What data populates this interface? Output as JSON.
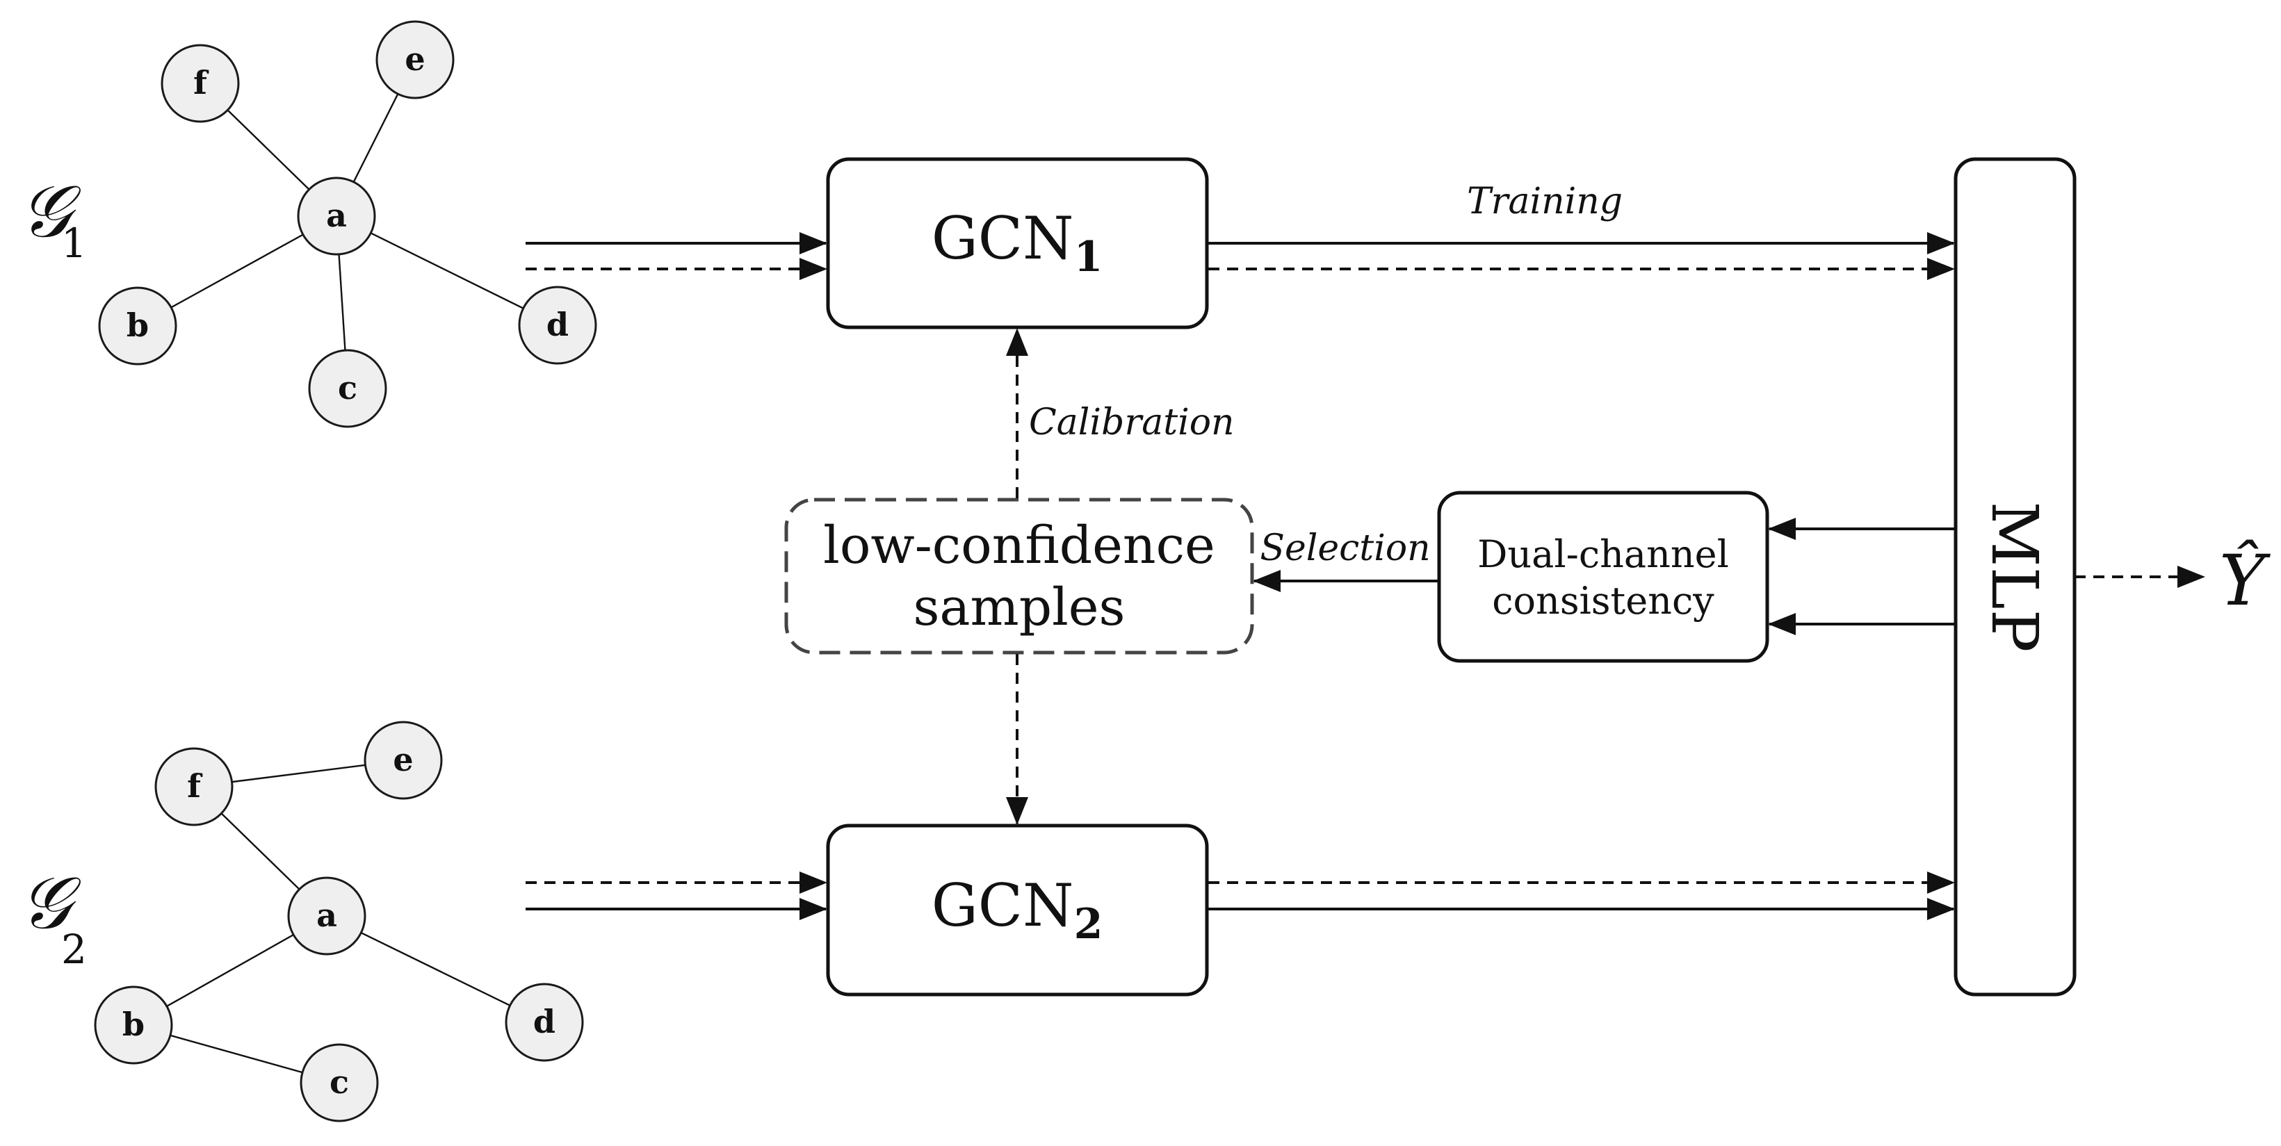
{
  "graphs": {
    "g1": {
      "symbol": "𝒢",
      "subscript": "1",
      "nodes": {
        "a": "a",
        "b": "b",
        "c": "c",
        "d": "d",
        "e": "e",
        "f": "f"
      }
    },
    "g2": {
      "symbol": "𝒢",
      "subscript": "2",
      "nodes": {
        "a": "a",
        "b": "b",
        "c": "c",
        "d": "d",
        "e": "e",
        "f": "f"
      }
    }
  },
  "boxes": {
    "gcn1": {
      "base": "GCN",
      "subscript": "1"
    },
    "gcn2": {
      "base": "GCN",
      "subscript": "2"
    },
    "low_conf": {
      "line1": "low-confidence",
      "line2": "samples"
    },
    "dual": {
      "line1": "Dual-channel",
      "line2": "consistency"
    },
    "mlp": {
      "label": "MLP"
    }
  },
  "labels": {
    "training": "Training",
    "calibration": "Calibration",
    "selection": "Selection",
    "output": "Ŷ"
  }
}
